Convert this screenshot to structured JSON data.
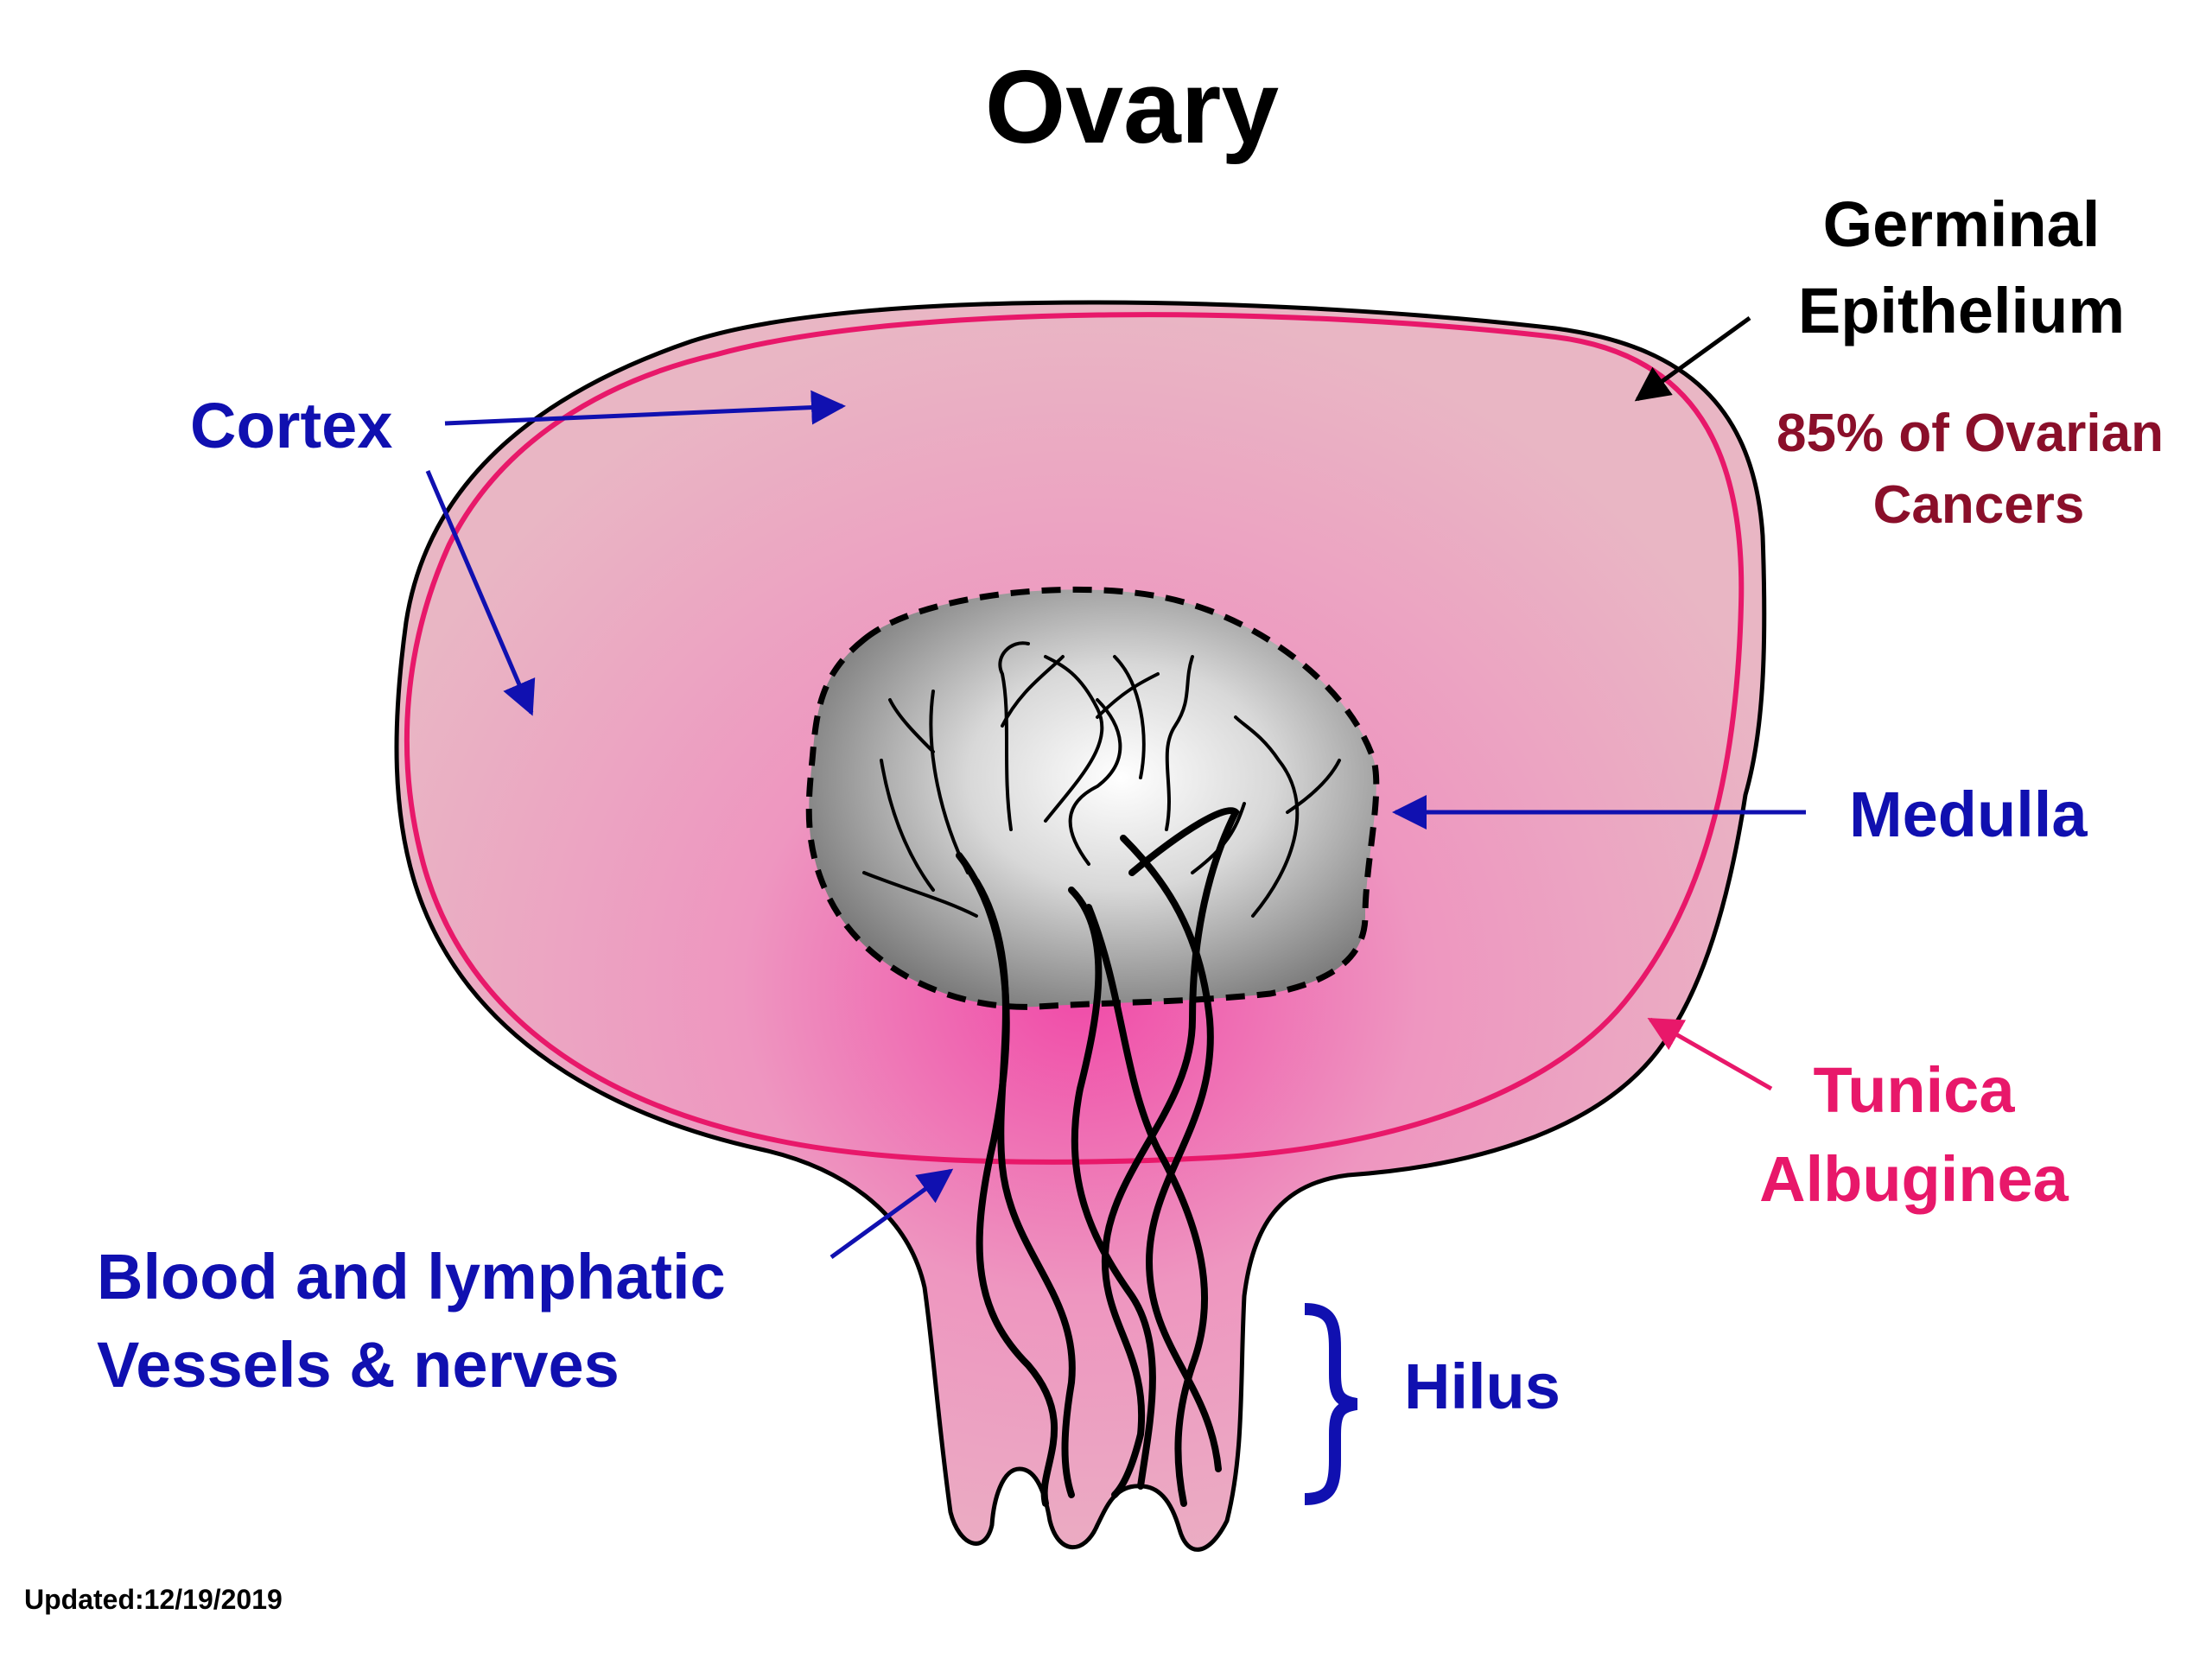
{
  "title": "Ovary",
  "labels": {
    "cortex": "Cortex",
    "germinal_line1": "Germinal",
    "germinal_line2": "Epithelium",
    "cancer_line1": "85% of Ovarian",
    "cancer_line2": "Cancers",
    "medulla": "Medulla",
    "tunica_line1": "Tunica",
    "tunica_line2": "Albuginea",
    "vessels_line1": "Blood and lymphatic",
    "vessels_line2": "Vessels & nerves",
    "hilus": "Hilus",
    "updated": "Updated:12/19/2019"
  },
  "colors": {
    "label_blue": "#1010b0",
    "tunica_pink": "#e8186a",
    "cancer_red": "#8a0f2a",
    "tissue_pink": "#e8b4c4",
    "outline": "#000000"
  }
}
